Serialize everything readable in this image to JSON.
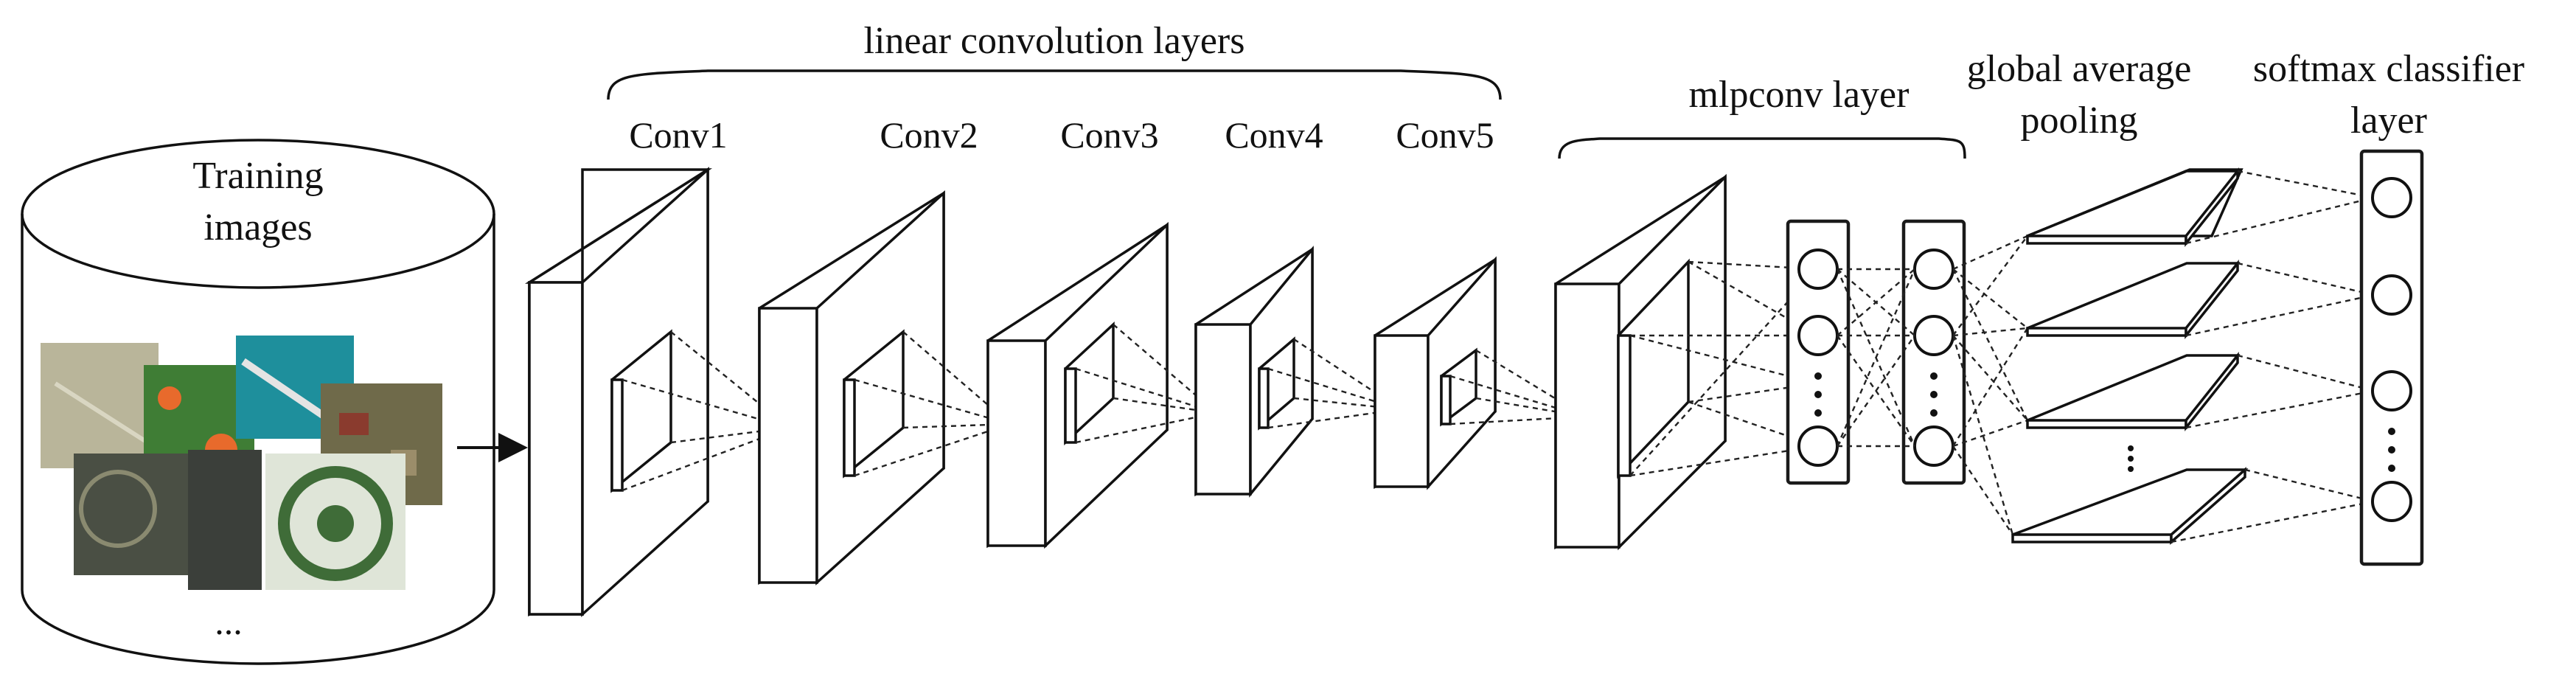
{
  "labels": {
    "linear_conv": "linear convolution layers",
    "conv1": "Conv1",
    "conv2": "Conv2",
    "conv3": "Conv3",
    "conv4": "Conv4",
    "conv5": "Conv5",
    "mlpconv": "mlpconv layer",
    "gap_line1": "global average",
    "gap_line2": "pooling",
    "softmax_line1": "softmax classifier",
    "softmax_line2": "layer",
    "training_line1": "Training",
    "training_line2": "images",
    "ellipsis": "..."
  },
  "colors": {
    "ink": "#111111",
    "column_fill": "#ffffff",
    "thumb_sports_field": "#b9b59a",
    "thumb_park": "#3f7d35",
    "thumb_river": "#1e8f9c",
    "thumb_aerial_town": "#6f6a4a",
    "thumb_parking": "#4a4f44",
    "thumb_circular_square": "#dfe5d8",
    "accent_orange": "#e86a2c"
  }
}
